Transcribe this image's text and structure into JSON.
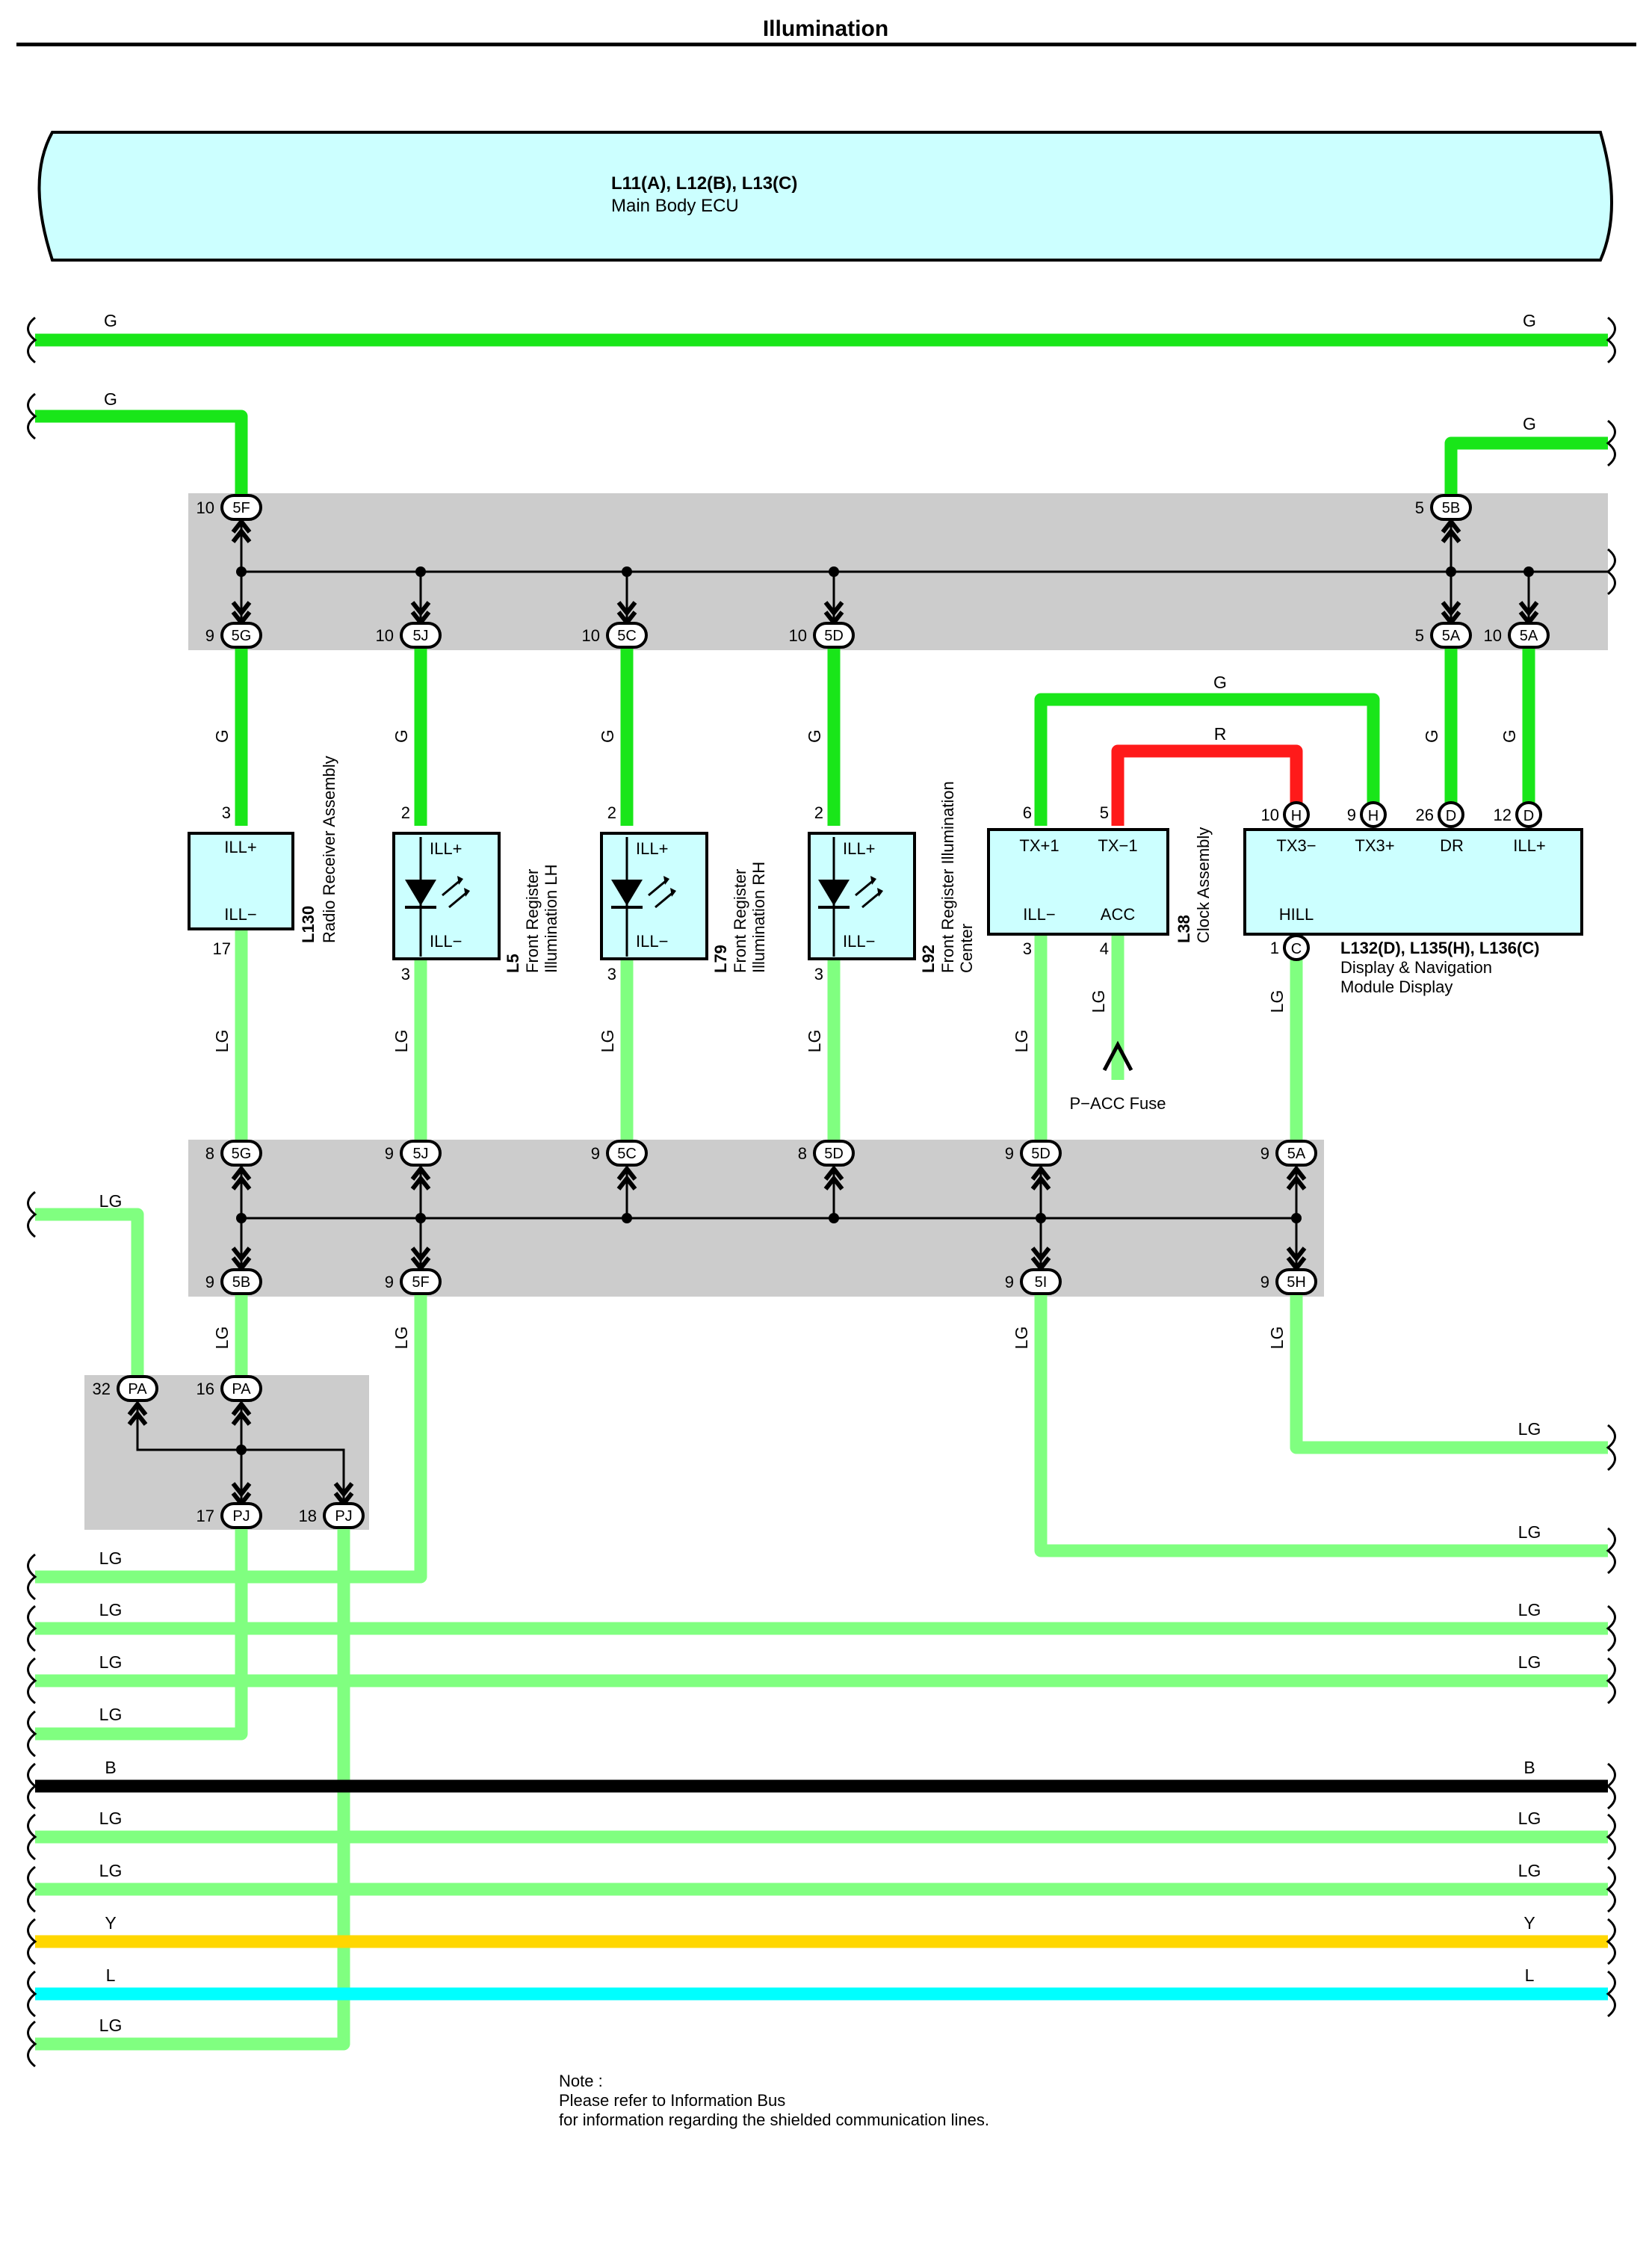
{
  "title": "Illumination",
  "ecu": {
    "code": "L11(A), L12(B), L13(C)",
    "name": "Main Body ECU"
  },
  "colors": {
    "G": "#19e619",
    "LG": "#80ff80",
    "B": "#000000",
    "Y": "#ffd700",
    "L": "#00ffff",
    "R": "#ff1a1a",
    "component_fill": "#ccffff",
    "junction_fill": "#cccccc"
  },
  "wires": {
    "g": "G",
    "lg": "LG",
    "b": "B",
    "y": "Y",
    "l": "L",
    "r": "R"
  },
  "connectors": {
    "c5F": "5F",
    "c5B": "5B",
    "c5G": "5G",
    "c5J": "5J",
    "c5C": "5C",
    "c5D": "5D",
    "c5A": "5A",
    "c5I": "5I",
    "c5H": "5H",
    "cPA": "PA",
    "cPJ": "PJ",
    "cH": "H",
    "cD": "D",
    "cC": "C"
  },
  "pins": {
    "p1": "1",
    "p2": "2",
    "p3": "3",
    "p4": "4",
    "p5": "5",
    "p6": "6",
    "p8": "8",
    "p9": "9",
    "p10": "10",
    "p12": "12",
    "p16": "16",
    "p17": "17",
    "p18": "18",
    "p26": "26",
    "p32": "32"
  },
  "components": {
    "l130": {
      "code": "L130",
      "name": "Radio Receiver Assembly",
      "t1": "ILL+",
      "t2": "ILL−"
    },
    "l5": {
      "code": "L5",
      "name1": "Front Register",
      "name2": "Illumination LH",
      "t1": "ILL+",
      "t2": "ILL−"
    },
    "l79": {
      "code": "L79",
      "name1": "Front Register",
      "name2": "Illumination RH",
      "t1": "ILL+",
      "t2": "ILL−"
    },
    "l92": {
      "code": "L92",
      "name1": "Front Register Illumination",
      "name2": "Center",
      "t1": "ILL+",
      "t2": "ILL−"
    },
    "l38": {
      "code": "L38",
      "name": "Clock Assembly",
      "t_tx1p": "TX+1",
      "t_tx1m": "TX−1",
      "t_ill": "ILL−",
      "t_acc": "ACC"
    },
    "disp": {
      "code": "L132(D), L135(H), L136(C)",
      "name1": "Display & Navigation",
      "name2": "Module Display",
      "t_tx3m": "TX3−",
      "t_tx3p": "TX3+",
      "t_dr": "DR",
      "t_illp": "ILL+",
      "t_hill": "HILL"
    }
  },
  "fuse": "P−ACC Fuse",
  "note": {
    "line1": "Note :",
    "line2": "Please refer to Information Bus",
    "line3": "for information regarding the shielded communication lines."
  }
}
